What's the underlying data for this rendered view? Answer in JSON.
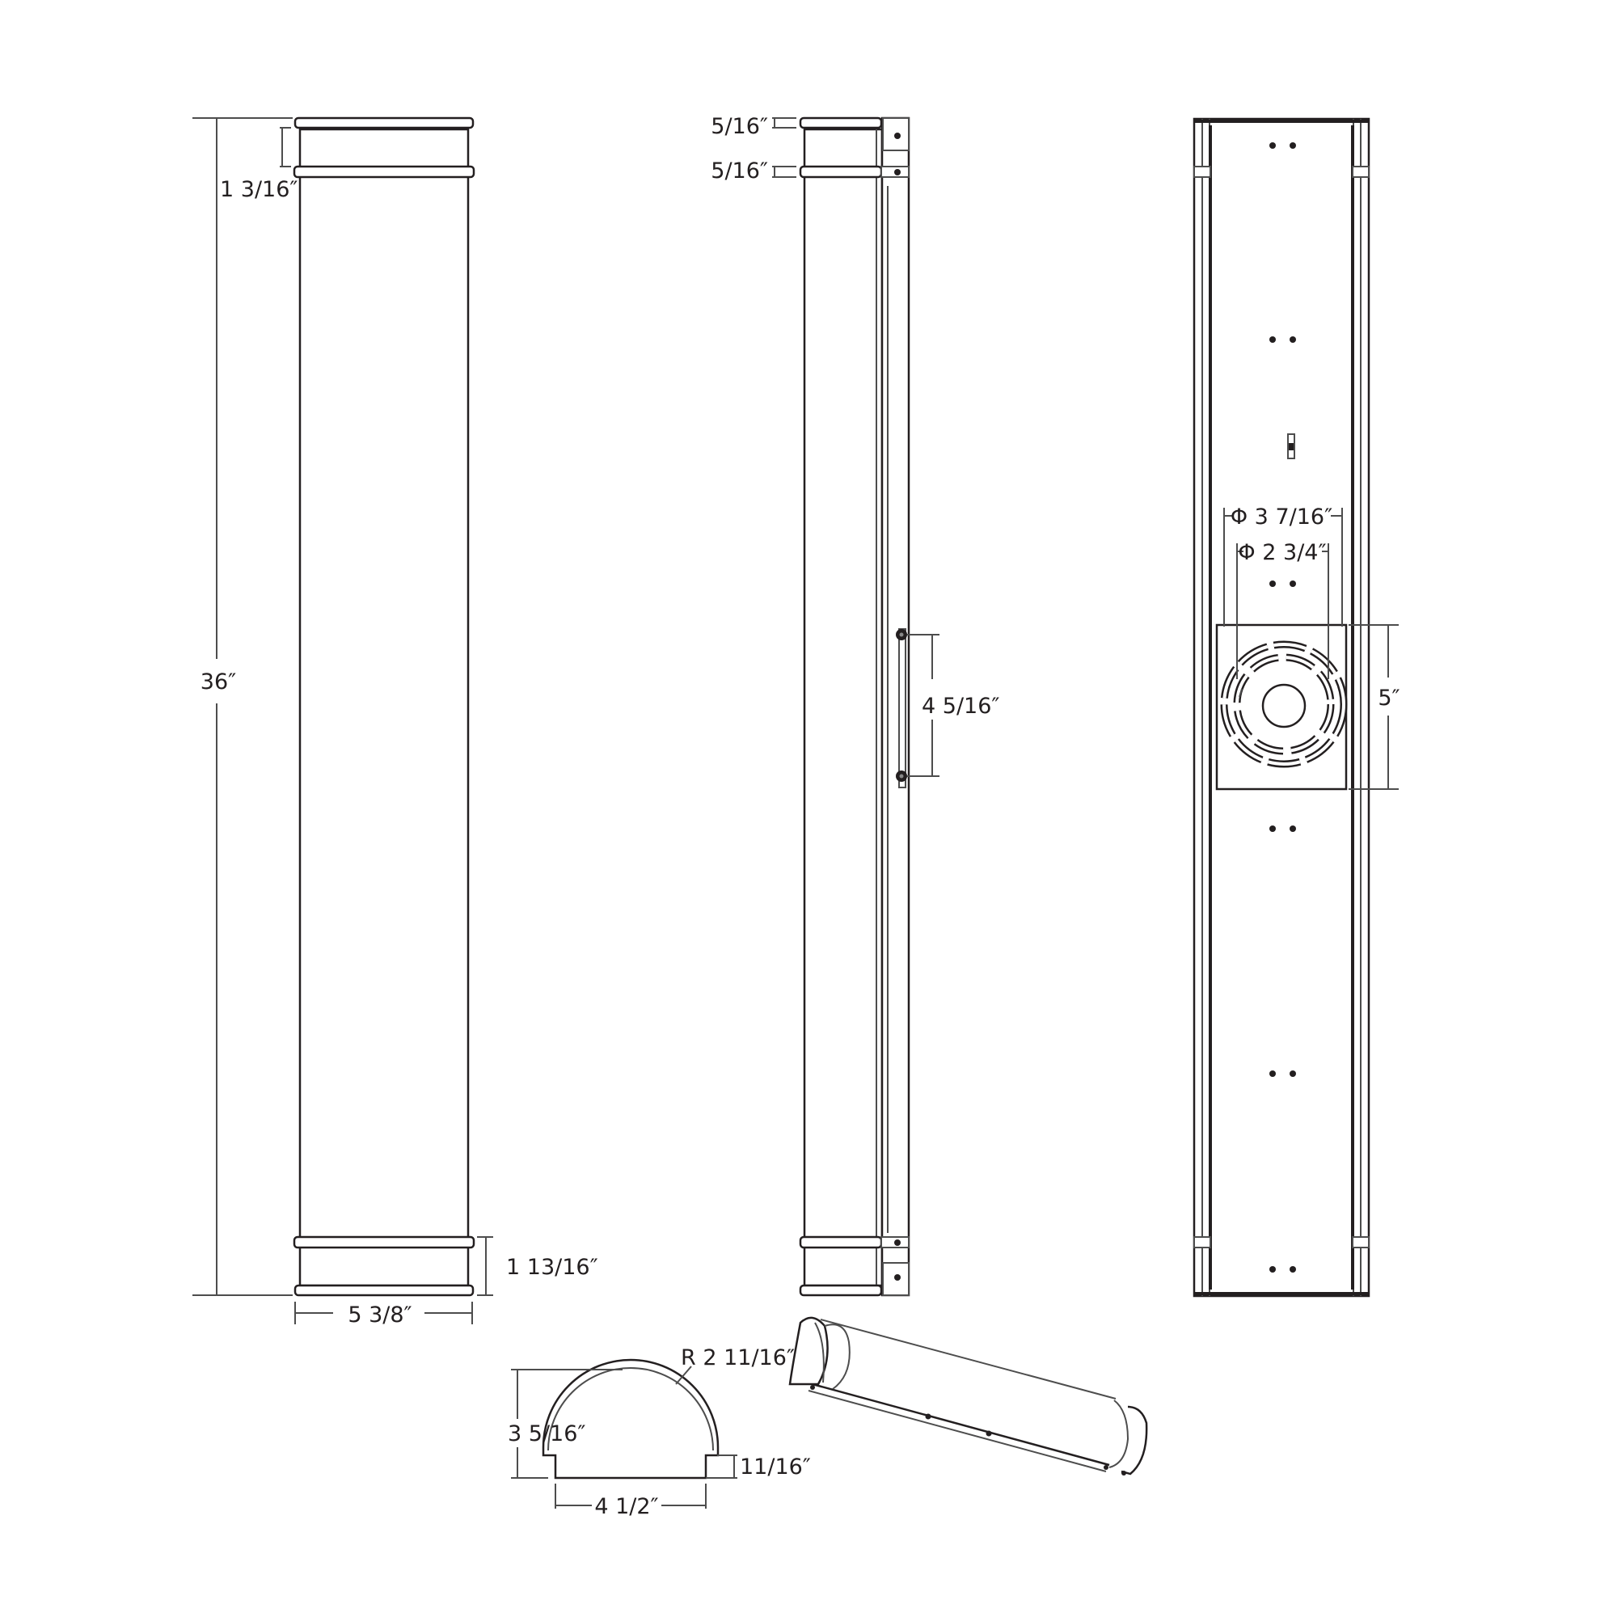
{
  "drawing": {
    "title": "Linear wall sconce dimension drawing",
    "colors": {
      "line": "#231f20",
      "dim_line": "#4d4d4d",
      "background": "#ffffff"
    }
  },
  "front_view": {
    "overall_height": "36″",
    "top_band_offset": "1 3/16″",
    "bottom_band_offset": "1 13/16″",
    "width": "5 3/8″"
  },
  "side_view": {
    "top_cap": "5/16″",
    "top_band": "5/16″",
    "mount_screw_spacing": "4 5/16″"
  },
  "back_view": {
    "outer_diameter": "Φ 3 7/16″",
    "inner_diameter": "Φ 2 3/4″",
    "mount_plate_height": "5″"
  },
  "profile_view": {
    "radius": "R 2 11/16″",
    "height": "3 5/16″",
    "step_height": "11/16″",
    "base_width": "4 1/2″"
  },
  "isometric_view": {
    "label": ""
  }
}
